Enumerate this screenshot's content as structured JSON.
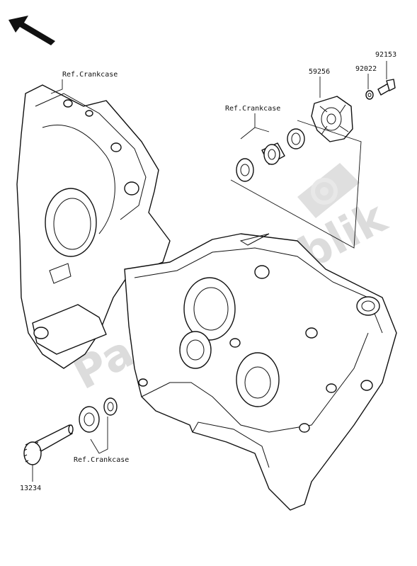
{
  "labels": {
    "ref_crankcase_top": "Ref.Crankcase",
    "ref_crankcase_mid": "Ref.Crankcase",
    "ref_crankcase_bottom": "Ref.Crankcase",
    "part_59256": "59256",
    "part_92022": "92022",
    "part_92153": "92153",
    "part_13234": "13234"
  },
  "watermark": {
    "text": "PartsRepublik",
    "icon": "gear-icon"
  },
  "icons": {
    "direction_arrow": "arrow-up-left-icon"
  }
}
